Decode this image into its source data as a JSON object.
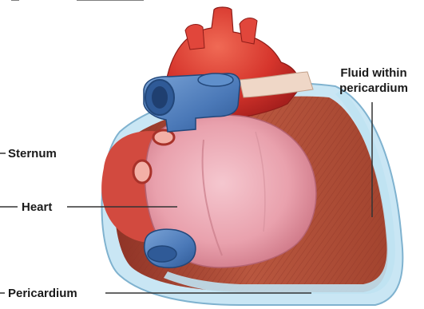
{
  "labels": {
    "sternum": "Sternum",
    "heart": "Heart",
    "pericardium": "Pericardium",
    "fluid_line1": "Fluid within",
    "fluid_line2": "pericardium"
  },
  "colors": {
    "heart_pink": "#e9a1ad",
    "aorta_red": "#d6352c",
    "vessel_blue": "#4b79b8",
    "pericardium_muscle": "#b5533f",
    "pericardial_fluid": "#c9e6f4",
    "leader_line": "#333333"
  }
}
